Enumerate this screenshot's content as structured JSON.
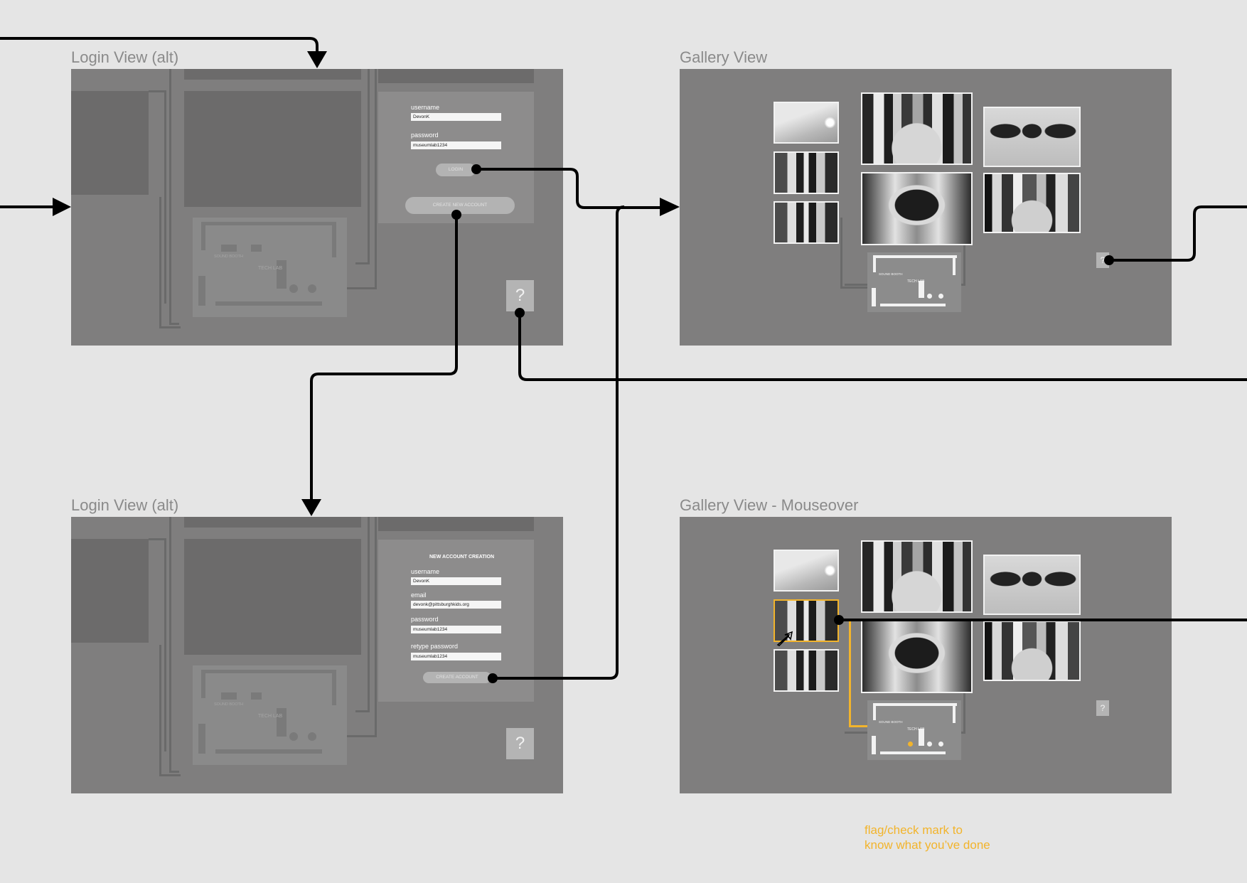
{
  "frames": {
    "login_alt_1": {
      "title": "Login View (alt)",
      "username_label": "username",
      "username_value": "DevonK",
      "password_label": "password",
      "password_value": "museumlab1234",
      "login_button": "LOGIN",
      "create_button": "CREATE NEW ACCOUNT",
      "help": "?",
      "map_room": "TECH LAB",
      "map_booth": "SOUND BOOTH"
    },
    "login_alt_2": {
      "title": "Login View (alt)",
      "panel_title": "NEW ACCOUNT CREATION",
      "username_label": "username",
      "username_value": "DevonK",
      "email_label": "email",
      "email_value": "devonk@pittsburghkids.org",
      "password_label": "password",
      "password_value": "museumlab1234",
      "retype_label": "retype password",
      "retype_value": "museumlab1234",
      "create_button": "CREATE  ACCOUNT",
      "help": "?",
      "map_room": "TECH LAB",
      "map_booth": "SOUND BOOTH"
    },
    "gallery": {
      "title": "Gallery View",
      "help": "?",
      "map_room": "TECH LAB",
      "map_booth": "SOUND BOOTH"
    },
    "gallery_mouseover": {
      "title": "Gallery View - Mouseover",
      "help": "?",
      "map_room": "TECH LAB",
      "map_booth": "SOUND BOOTH"
    }
  },
  "note": {
    "line1": "flag/check mark to",
    "line2": "know what you’ve done"
  },
  "colors": {
    "canvas": "#e5e5e5",
    "frame": "#7f7e7e",
    "connector": "#000000",
    "accent": "#f2b42c"
  }
}
